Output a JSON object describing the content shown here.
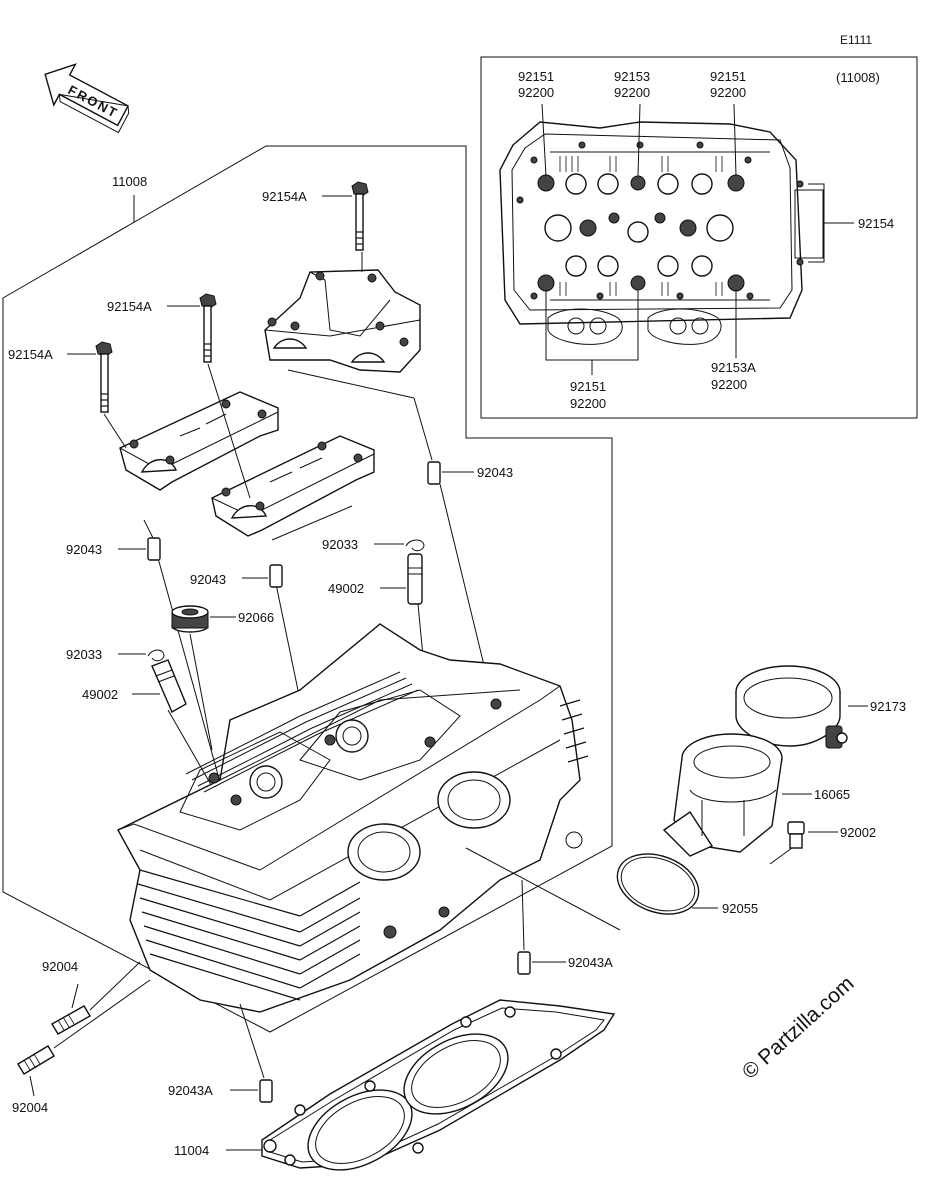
{
  "diagram_id": "E1111",
  "front_label": "FRONT",
  "inset": {
    "ref": "(11008)",
    "labels": {
      "top_left_a": "92151",
      "top_left_b": "92200",
      "top_mid_a": "92153",
      "top_mid_b": "92200",
      "top_right_a": "92151",
      "top_right_b": "92200",
      "side_right": "92154",
      "bottom_left_a": "92151",
      "bottom_left_b": "92200",
      "bottom_right_a": "92153A",
      "bottom_right_b": "92200"
    }
  },
  "parts": {
    "p11008": "11008",
    "p92154A_1": "92154A",
    "p92154A_2": "92154A",
    "p92154A_3": "92154A",
    "p92043_1": "92043",
    "p92043_2": "92043",
    "p92043_3": "92043",
    "p92033_1": "92033",
    "p92033_2": "92033",
    "p49002_1": "49002",
    "p49002_2": "49002",
    "p92066": "92066",
    "p92173": "92173",
    "p16065": "16065",
    "p92002": "92002",
    "p92055": "92055",
    "p92043A_1": "92043A",
    "p92043A_2": "92043A",
    "p92004_1": "92004",
    "p92004_2": "92004",
    "p11004": "11004"
  },
  "watermark": "© Partzilla.com"
}
